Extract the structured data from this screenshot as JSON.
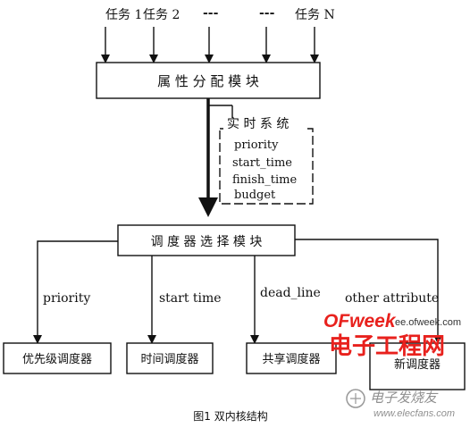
{
  "tasks": [
    "任务 1",
    "任务 2",
    "---",
    "---",
    "任务 N"
  ],
  "allocation_module": "属 性 分 配 模 块",
  "realtime": {
    "title": "实 时 系 统",
    "attributes": [
      "priority",
      "start_time",
      "finish_time",
      "budget"
    ]
  },
  "scheduler_select_module": "调 度 器 选 择 模 块",
  "branch_labels": [
    "priority",
    "start time",
    "dead_line",
    "other attribute"
  ],
  "schedulers": [
    "优先级调度器",
    "时间调度器",
    "共享调度器",
    "新调度器"
  ],
  "caption": "图1 双内核结构",
  "watermark": {
    "logo": "OFweek",
    "site": "ee.ofweek.com",
    "brand": "电子工程网",
    "footer_cn": "电子发烧友",
    "footer_url": "www.elecfans.com"
  }
}
